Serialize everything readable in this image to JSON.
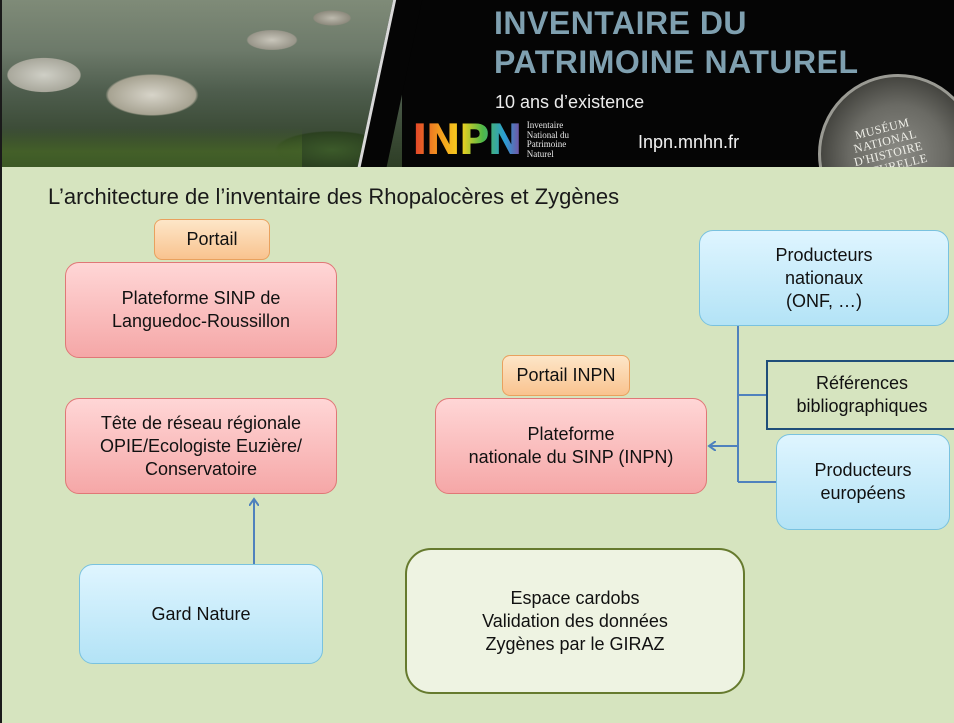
{
  "banner": {
    "title_line1": "INVENTAIRE DU",
    "title_line2": "PATRIMOINE NATUREL",
    "subtitle": "10 ans d’existence",
    "logo_letters": "INPN",
    "logo_caption": [
      "Inventaire",
      "National du",
      "Patrimoine",
      "Naturel"
    ],
    "url": "Inpn.mnhn.fr",
    "seal_text": [
      "MUSÉUM",
      "NATIONAL",
      "D'HISTOIRE",
      "NATURELLE"
    ]
  },
  "slide_title": "L’architecture de l’inventaire des Rhopalocères et Zygènes",
  "boxes": {
    "portail": "Portail",
    "plateforme_lr": [
      "Plateforme SINP de",
      "Languedoc-Roussillon"
    ],
    "tete_reseau": [
      "Tête de réseau régionale",
      "OPIE/Ecologiste Euzière/",
      "Conservatoire"
    ],
    "gard_nature": "Gard Nature",
    "portail_inpn": "Portail INPN",
    "plateforme_nationale": [
      "Plateforme",
      "nationale du SINP (INPN)"
    ],
    "producteurs_nationaux": [
      "Producteurs",
      "nationaux",
      "(ONF, …)"
    ],
    "references": [
      "Références",
      "bibliographiques"
    ],
    "producteurs_europeens": [
      "Producteurs",
      "européens"
    ],
    "espace_cardobs": [
      "Espace cardobs",
      "Validation des données",
      "Zygènes par le GIRAZ"
    ]
  },
  "colors": {
    "background": "#d6e4bf",
    "header_title": "#7fa0b0",
    "connector": "#4f81bd",
    "orange_fill": "#f9c38f",
    "red_fill": "#f5a7a7",
    "blue_fill": "#b3e3f6",
    "green_border": "#667a2e"
  }
}
